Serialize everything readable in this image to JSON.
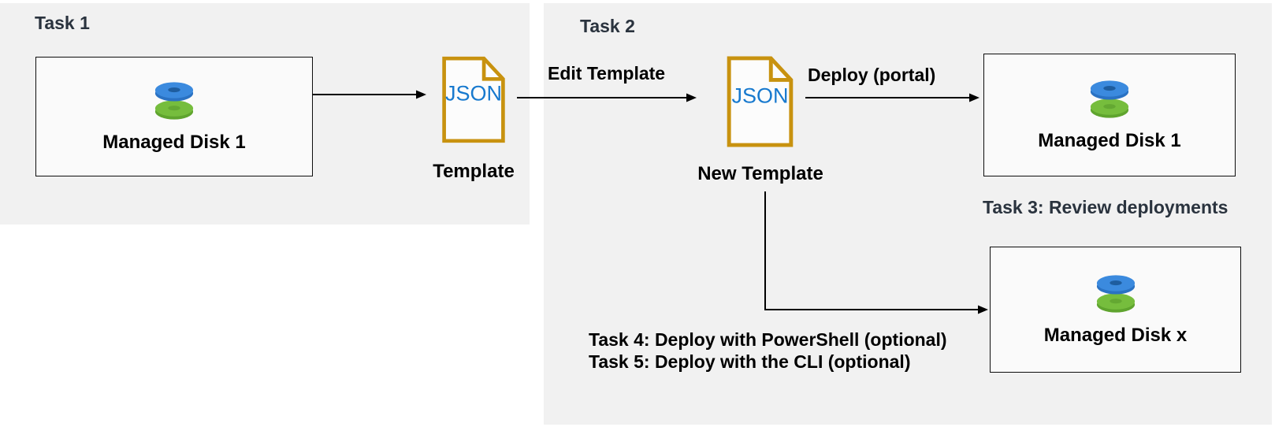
{
  "colors": {
    "panel_bg": "#f1f1f1",
    "heading_text": "#2a333e",
    "body_text": "#000000",
    "box_border": "#0d0d0d",
    "box_bg": "#fafafa",
    "file_outline": "#c8920f",
    "file_fill": "#fcfcfc",
    "json_blue": "#1779ce",
    "connector": "#000000",
    "disk_blue": "#3b8ade",
    "disk_blue_side": "#2a72c3",
    "disk_blue_hole": "#1e5d9f",
    "disk_green": "#76bd3d",
    "disk_green_side": "#5fa42e",
    "disk_green_hole": "#64a832"
  },
  "task1": {
    "title": "Task 1",
    "disk_box": {
      "label": "Managed Disk 1"
    },
    "template_file": {
      "text": "JSON",
      "caption": "Template"
    }
  },
  "task2": {
    "title": "Task 2",
    "edit_arrow_label": "Edit Template",
    "template_file": {
      "text": "JSON",
      "caption": "New Template"
    },
    "deploy_arrow_label": "Deploy (portal)",
    "deployed_disk_box": {
      "label": "Managed Disk 1"
    },
    "task3_heading": "Task 3: Review deployments",
    "optional_disk_box": {
      "label": "Managed Disk x"
    },
    "task4_label": "Task 4: Deploy with PowerShell (optional)",
    "task5_label": "Task 5: Deploy with the CLI (optional)"
  }
}
